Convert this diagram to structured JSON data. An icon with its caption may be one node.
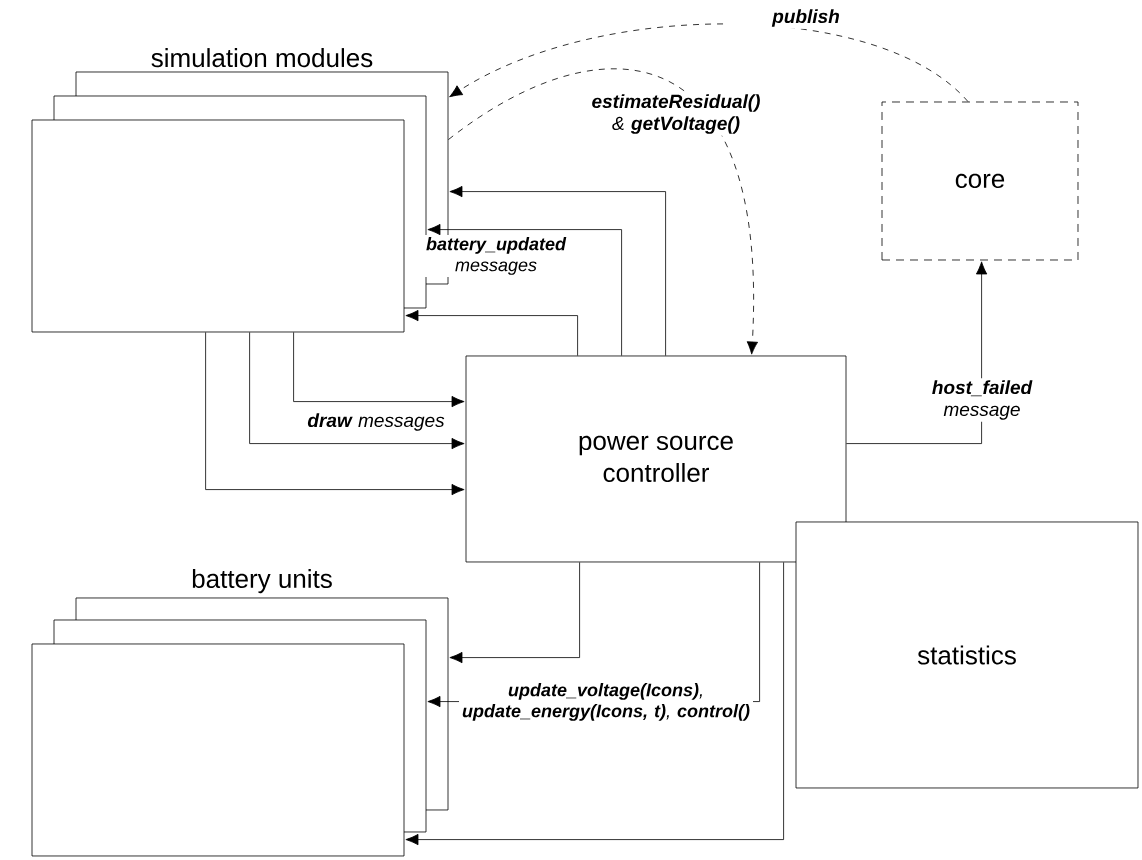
{
  "diagram": {
    "nodes": [
      {
        "text": [
          "simulation modules"
        ]
      },
      {
        "text": [],
        "shape": "box"
      },
      {
        "text": [],
        "shape": "box"
      },
      {
        "text": [
          "core"
        ]
      },
      {
        "text": [
          "power source controller"
        ]
      },
      {
        "text": [
          "battery units"
        ]
      },
      {
        "text": [],
        "shape": "box"
      },
      {
        "text": [],
        "shape": "box"
      },
      {
        "text": [
          "statistics"
        ]
      }
    ],
    "edges": [
      {
        "from": 3,
        "to": 0,
        "arrow": "to",
        "label": "**publish**",
        "style": "dashed"
      },
      {
        "from": 0,
        "to": 4,
        "arrow": "to",
        "label": "**estimateResidual()** & **getVoltage()**",
        "style": "dashed"
      },
      {
        "from": 4,
        "to": 0,
        "arrow": "to"
      },
      {
        "from": 4,
        "to": 1,
        "arrow": "to",
        "label": "**battery_updated** messages"
      },
      {
        "from": 4,
        "to": 2,
        "arrow": "to"
      },
      {
        "from": 2,
        "to": 4,
        "arrow": "to"
      },
      {
        "from": 2,
        "to": 4,
        "arrow": "to",
        "label": "**draw** messages"
      },
      {
        "from": 2,
        "to": 4,
        "arrow": "to"
      },
      {
        "from": 4,
        "to": 3,
        "arrow": "to",
        "label": "**host_failed** message"
      },
      {
        "from": 4,
        "to": 5,
        "arrow": "to"
      },
      {
        "from": 4,
        "to": 6,
        "arrow": "to",
        "label": "**update_voltage(Icons)**, **update_energy(Icons, t)**, **control()**"
      },
      {
        "from": 4,
        "to": 7,
        "arrow": "to"
      }
    ]
  }
}
